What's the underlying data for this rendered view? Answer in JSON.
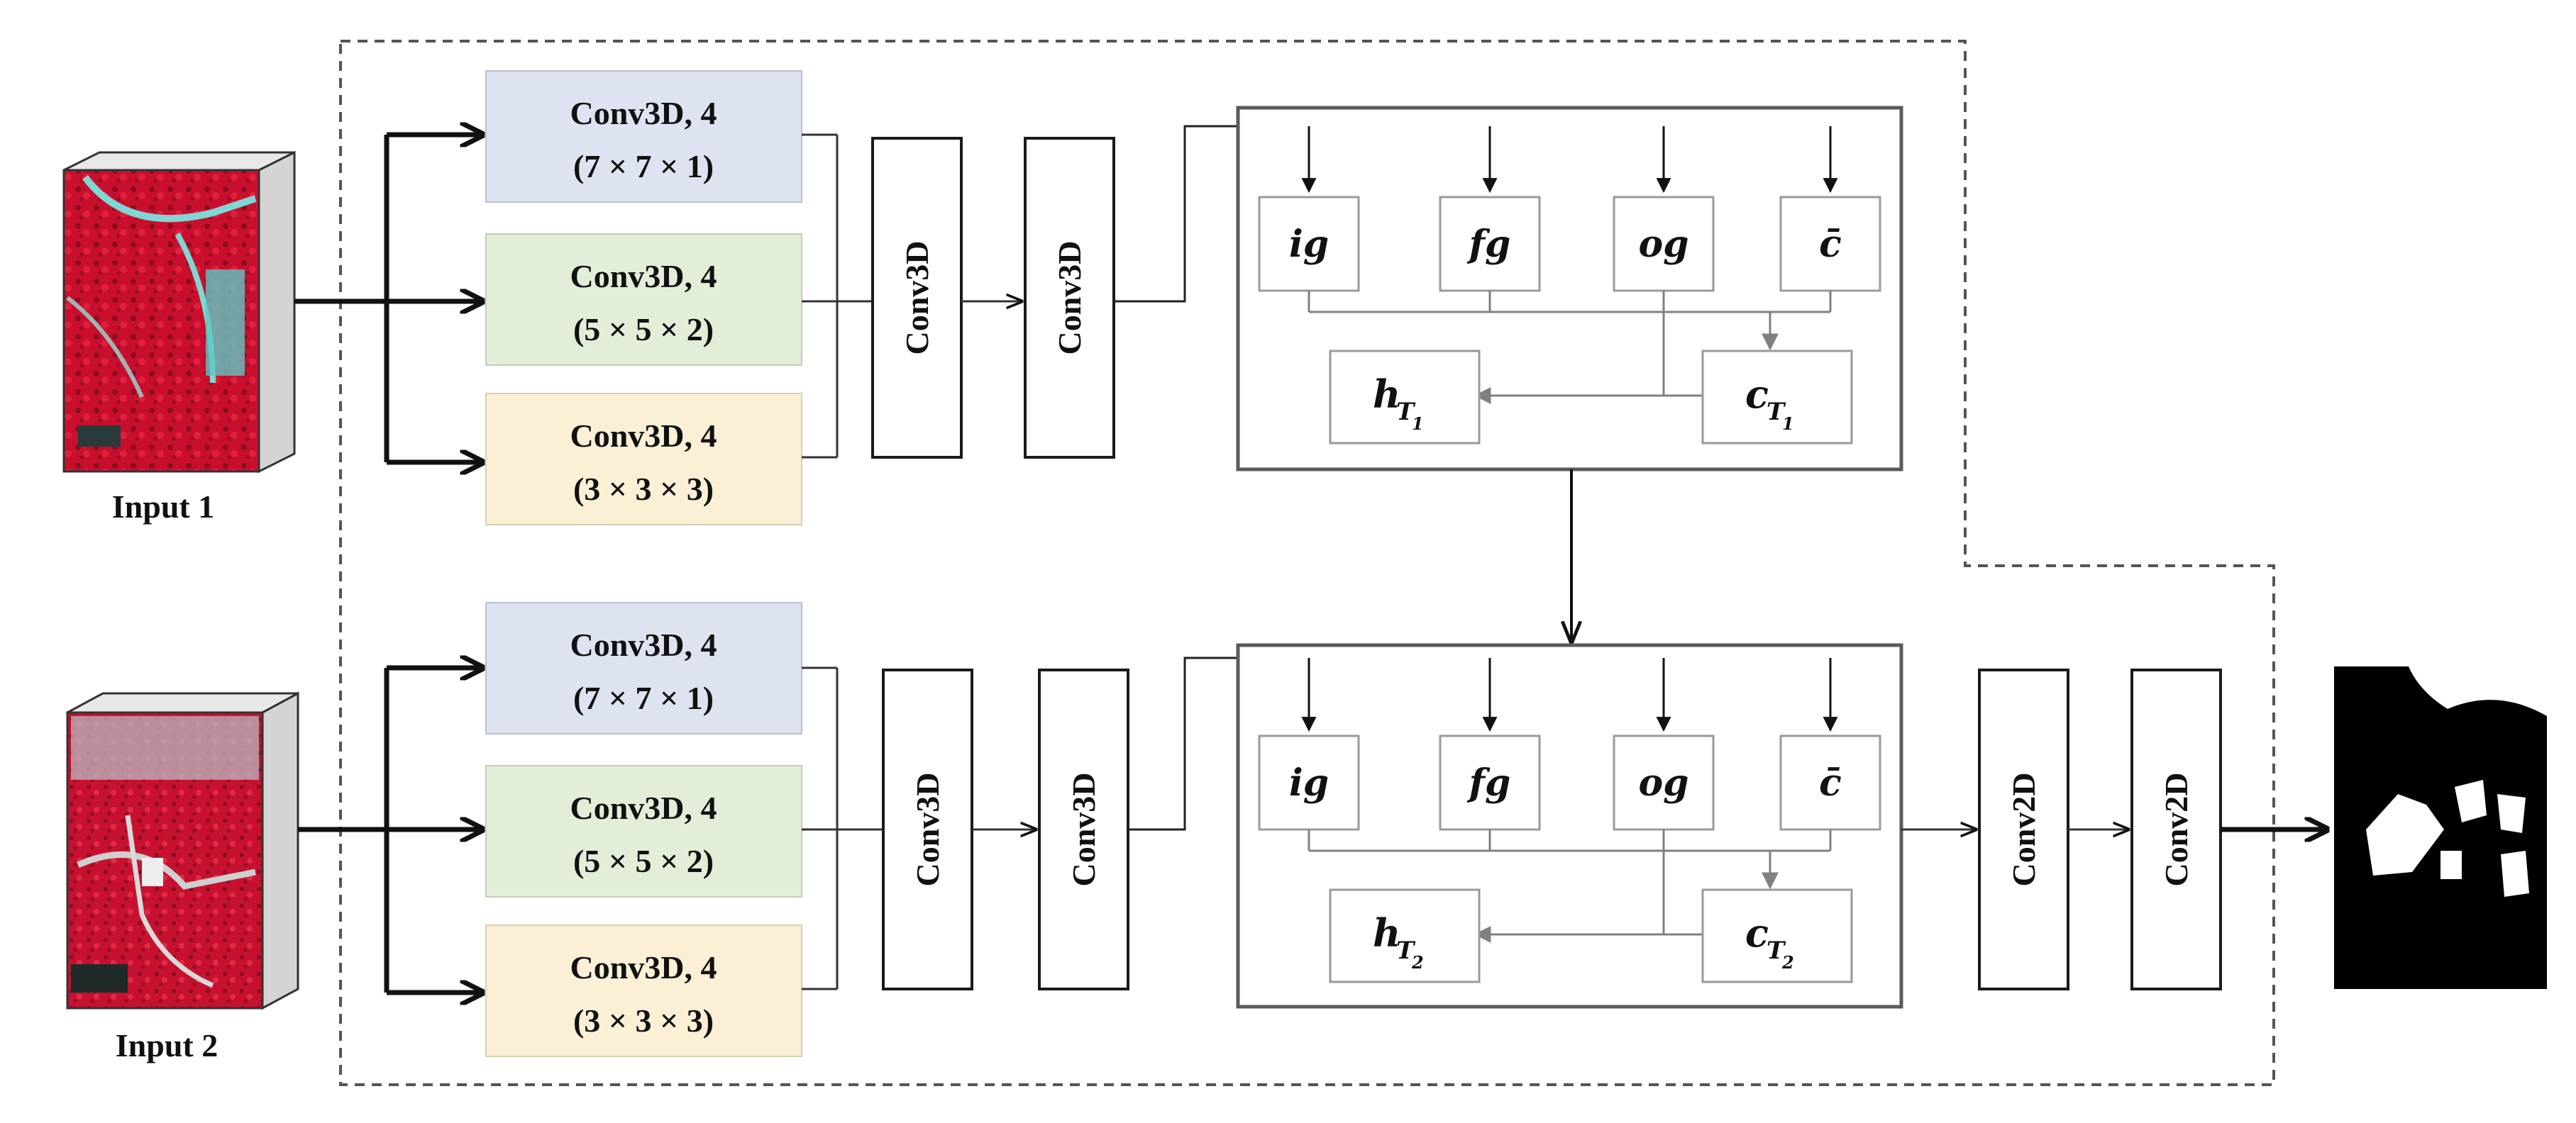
{
  "inputs": [
    {
      "label": "Input 1"
    },
    {
      "label": "Input 2"
    }
  ],
  "branch1": {
    "conv_blocks": [
      {
        "title": "Conv3D, 4",
        "kernel": "(7 × 7 × 1)",
        "color": "#dde3f1"
      },
      {
        "title": "Conv3D, 4",
        "kernel": "(5 × 5 × 2)",
        "color": "#e3eed8"
      },
      {
        "title": "Conv3D, 4",
        "kernel": "(3 × 3 × 3)",
        "color": "#fbf0d6"
      }
    ],
    "conv3d_a": "Conv3D",
    "conv3d_b": "Conv3D"
  },
  "branch2": {
    "conv_blocks": [
      {
        "title": "Conv3D, 4",
        "kernel": "(7 × 7 × 1)",
        "color": "#dde3f1"
      },
      {
        "title": "Conv3D, 4",
        "kernel": "(5 × 5 × 2)",
        "color": "#e3eed8"
      },
      {
        "title": "Conv3D, 4",
        "kernel": "(3 × 3 × 3)",
        "color": "#fbf0d6"
      }
    ],
    "conv3d_a": "Conv3D",
    "conv3d_b": "Conv3D"
  },
  "lstm1": {
    "gates": [
      "ig",
      "fg",
      "og",
      "c̄"
    ],
    "hidden": {
      "base": "h",
      "sub": "T",
      "subsub": "1"
    },
    "cell": {
      "base": "c",
      "sub": "T",
      "subsub": "1"
    }
  },
  "lstm2": {
    "gates": [
      "ig",
      "fg",
      "og",
      "c̄"
    ],
    "hidden": {
      "base": "h",
      "sub": "T",
      "subsub": "2"
    },
    "cell": {
      "base": "c",
      "sub": "T",
      "subsub": "2"
    }
  },
  "output_layers": [
    "Conv2D",
    "Conv2D"
  ],
  "colors": {
    "line": "#333333",
    "gray_line": "#808080",
    "box_border": "#1a1a1a",
    "gate_border": "#9a9a9a",
    "lstm_border": "#5a5a5a",
    "imagery_red": "#c8102e",
    "imagery_cyan": "#7fd6d2"
  }
}
